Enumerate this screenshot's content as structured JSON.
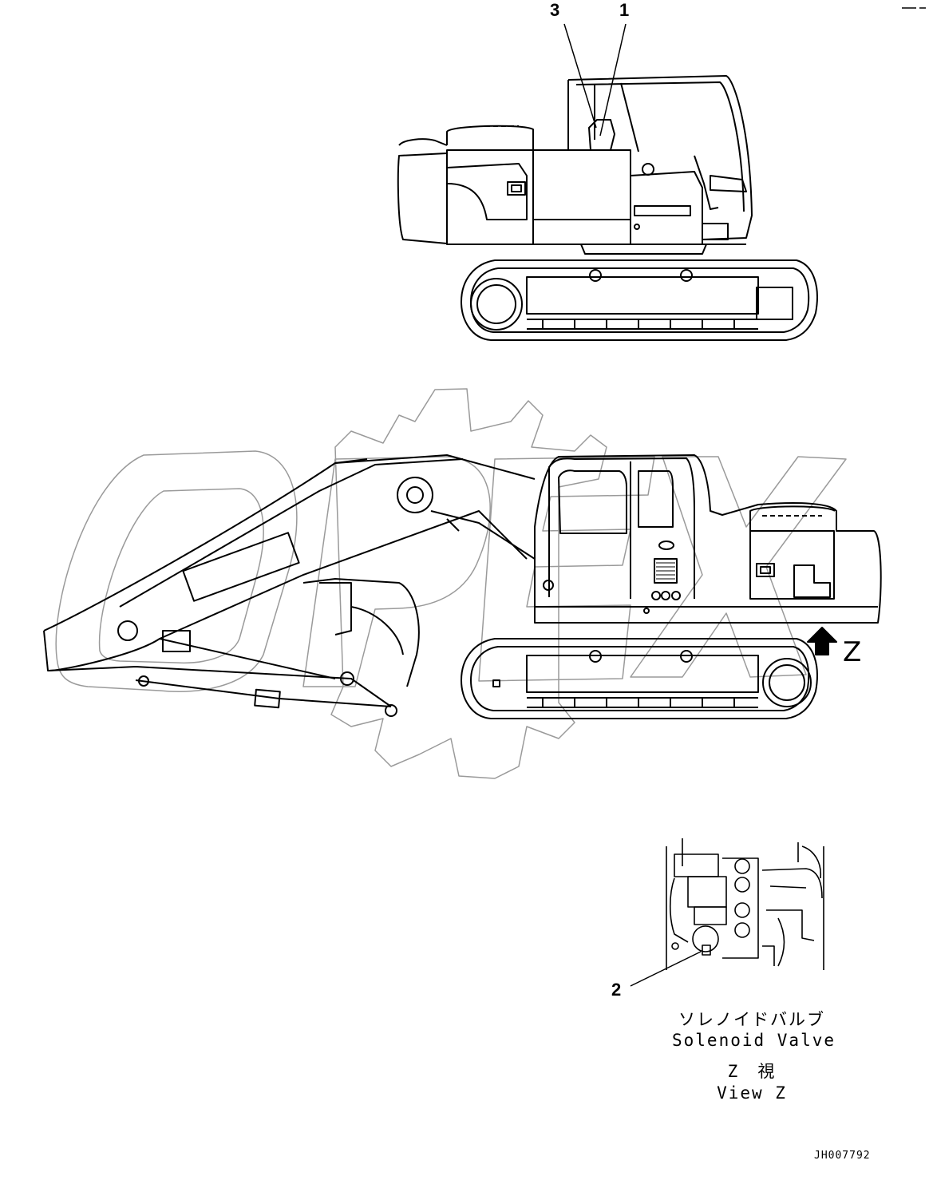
{
  "callouts": {
    "item_1": "1",
    "item_2": "2",
    "item_3": "3"
  },
  "view_arrow_letter": "Z",
  "detail_view": {
    "part_name_jp": "ソレノイドバルブ",
    "part_name_en": "Solenoid Valve",
    "view_label_jp": "Z　視",
    "view_label_en": "View Z"
  },
  "drawing_number": "JH007792",
  "watermark": {
    "text": "OPEX",
    "color": "#9a9a9a"
  },
  "colors": {
    "line": "#000000",
    "background": "#ffffff"
  }
}
